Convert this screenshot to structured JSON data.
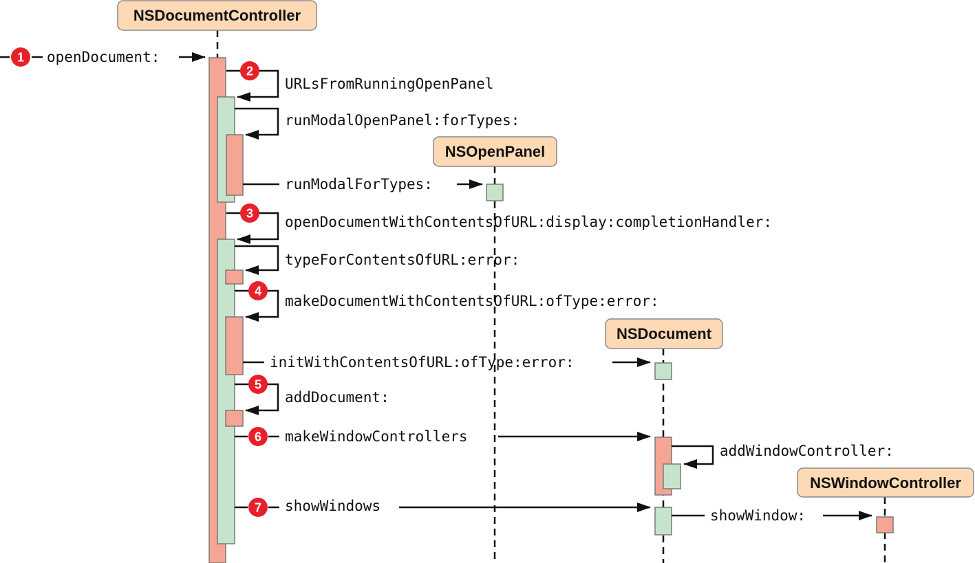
{
  "objects": {
    "document_controller": "NSDocumentController",
    "open_panel": "NSOpenPanel",
    "document": "NSDocument",
    "window_controller": "NSWindowController"
  },
  "messages": {
    "open_document": "openDocument:",
    "urls_from_running_open_panel": "URLsFromRunningOpenPanel",
    "run_modal_open_panel": "runModalOpenPanel:forTypes:",
    "run_modal_for_types": "runModalForTypes:",
    "open_document_with_contents": "openDocumentWithContentsOfURL:display:completionHandler:",
    "type_for_contents": "typeForContentsOfURL:error:",
    "make_document_with_contents": "makeDocumentWithContentsOfURL:ofType:error:",
    "init_with_contents": "initWithContentsOfURL:ofType:error:",
    "add_document": "addDocument:",
    "make_window_controllers": "makeWindowControllers",
    "add_window_controller": "addWindowController:",
    "show_windows": "showWindows",
    "show_window": "showWindow:"
  },
  "steps": {
    "s1": "1",
    "s2": "2",
    "s3": "3",
    "s4": "4",
    "s5": "5",
    "s6": "6",
    "s7": "7"
  },
  "colors": {
    "object_fill": "#fdd9b5",
    "object_stroke": "#8a8a8a",
    "activation_red": "#f4a593",
    "activation_green": "#c6e3cb",
    "badge": "#e8202a",
    "line": "#111111"
  }
}
